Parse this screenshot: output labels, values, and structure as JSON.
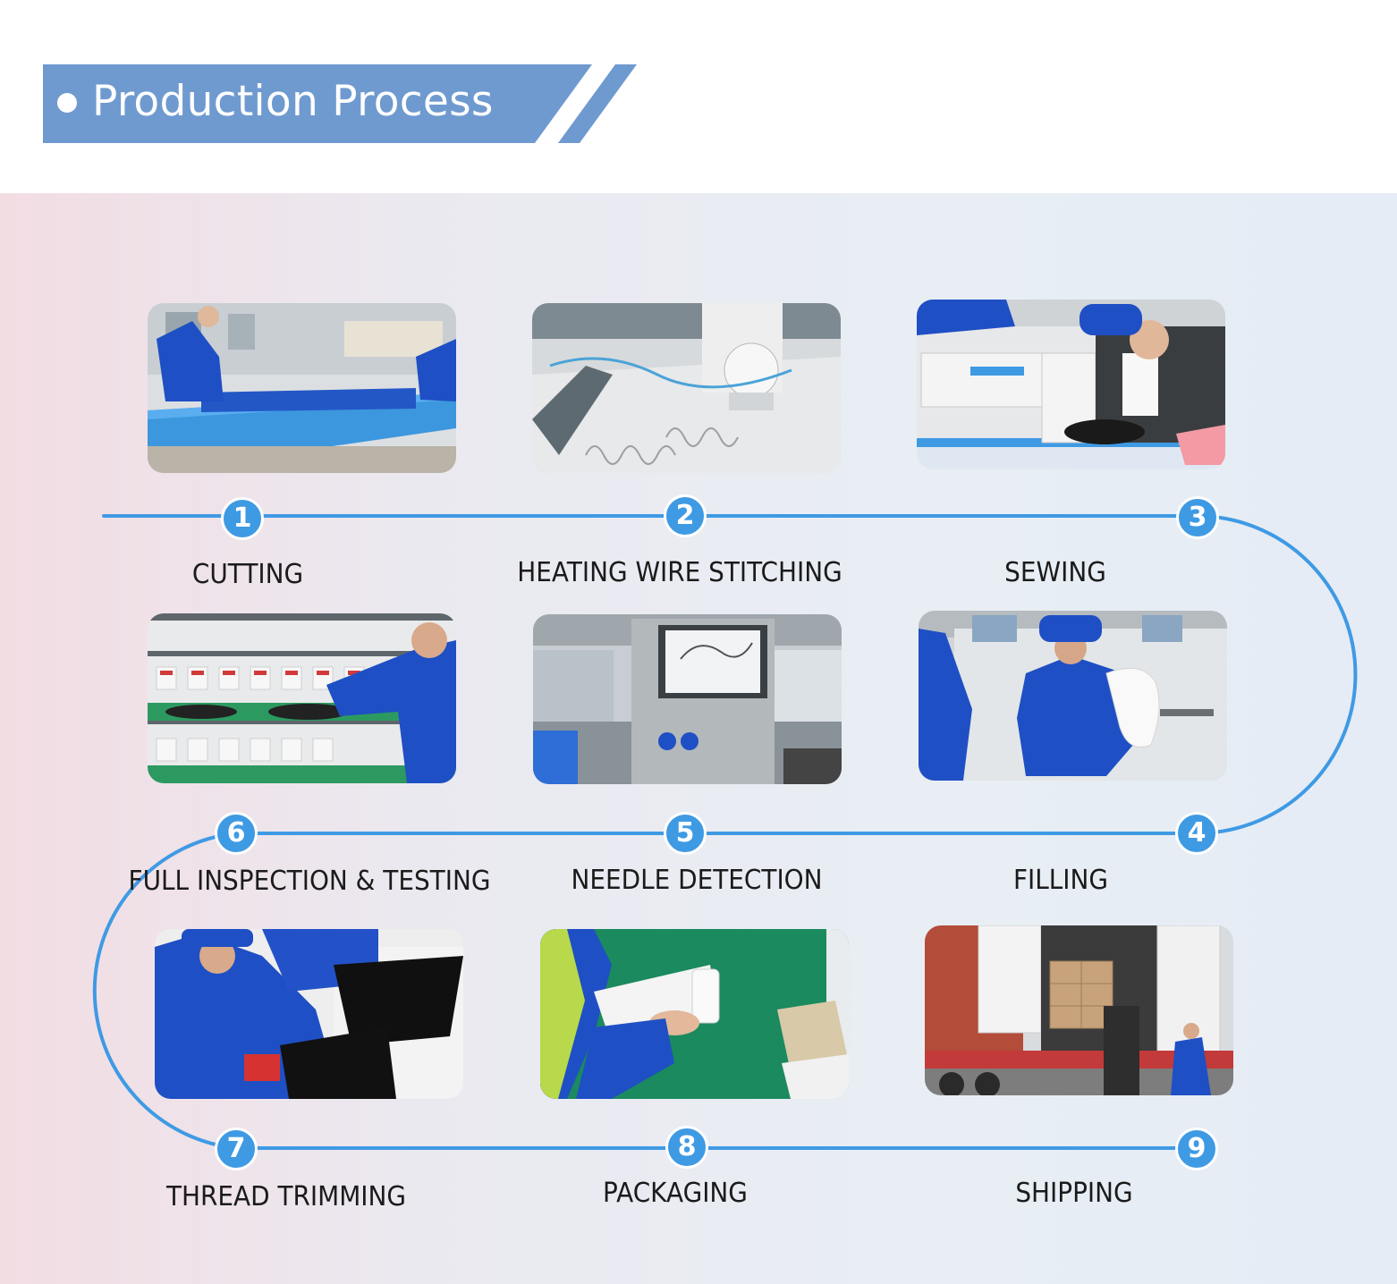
{
  "header": {
    "title": "Production Process"
  },
  "colors": {
    "banner": "#6f9ad0",
    "track": "#3f9ae4",
    "badge": "#3f9ae4",
    "worker_uniform": "#1f4fc4"
  },
  "steps": [
    {
      "number": "1",
      "label": "CUTTING",
      "photo_icon": "fabric-cutting-table-photo"
    },
    {
      "number": "2",
      "label": "HEATING WIRE STITCHING",
      "photo_icon": "automatic-stitching-machine-photo"
    },
    {
      "number": "3",
      "label": "SEWING",
      "photo_icon": "sewing-machine-photo"
    },
    {
      "number": "4",
      "label": "FILLING",
      "photo_icon": "filling-machine-photo"
    },
    {
      "number": "5",
      "label": "NEEDLE DETECTION",
      "photo_icon": "needle-detector-photo"
    },
    {
      "number": "6",
      "label": "FULL INSPECTION & TESTING",
      "photo_icon": "testing-rack-photo"
    },
    {
      "number": "7",
      "label": "THREAD TRIMMING",
      "photo_icon": "thread-trimming-workers-photo"
    },
    {
      "number": "8",
      "label": "PACKAGING",
      "photo_icon": "packaging-photo"
    },
    {
      "number": "9",
      "label": "SHIPPING",
      "photo_icon": "shipping-container-photo"
    }
  ]
}
